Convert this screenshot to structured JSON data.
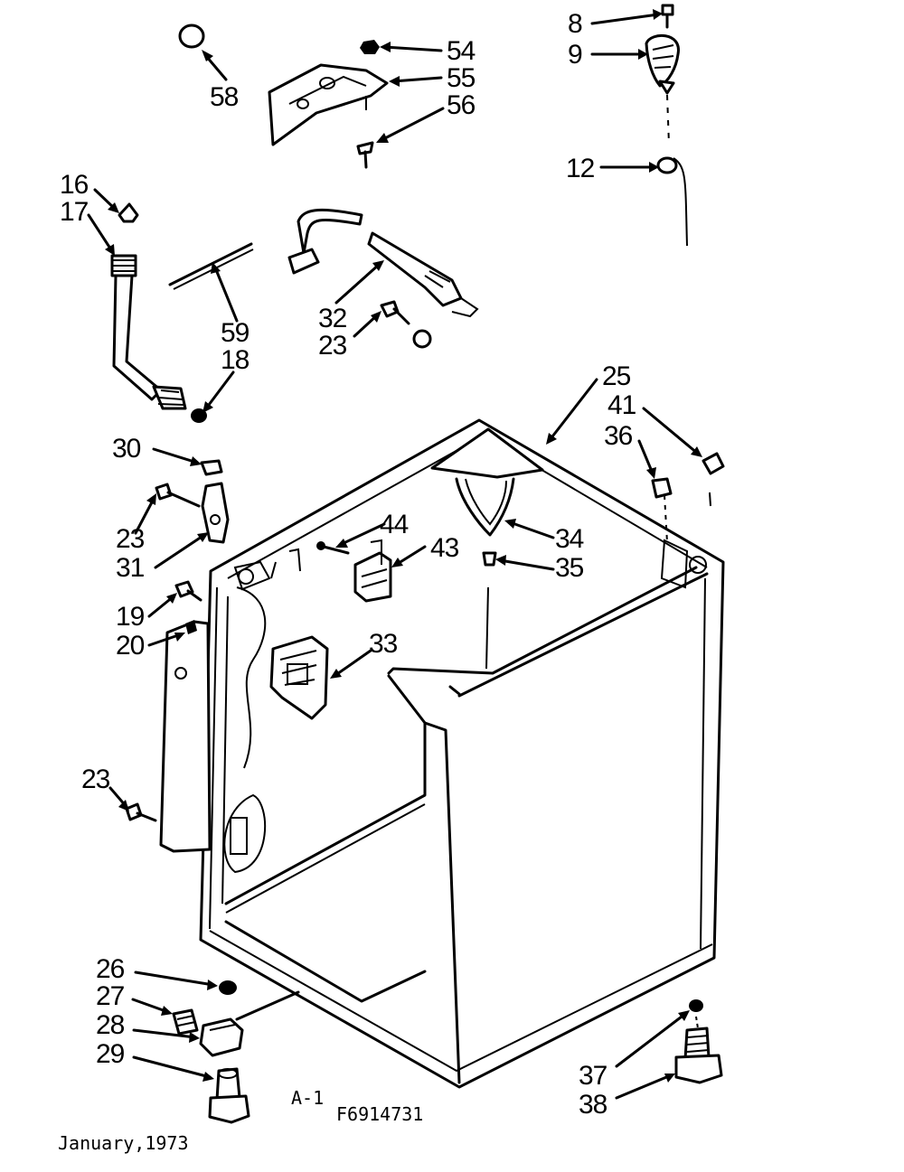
{
  "callouts": {
    "c58": "58",
    "c54": "54",
    "c55": "55",
    "c56": "56",
    "c8": "8",
    "c9": "9",
    "c12": "12",
    "c16": "16",
    "c17": "17",
    "c59": "59",
    "c18": "18",
    "c32": "32",
    "c23a": "23",
    "c25": "25",
    "c41": "41",
    "c36": "36",
    "c30": "30",
    "c23b": "23",
    "c31": "31",
    "c44": "44",
    "c43": "43",
    "c34": "34",
    "c35": "35",
    "c19": "19",
    "c20": "20",
    "c33": "33",
    "c23c": "23",
    "c26": "26",
    "c27": "27",
    "c28": "28",
    "c29": "29",
    "c37": "37",
    "c38": "38"
  },
  "figure_id": "A-1",
  "part_code": "F6914731",
  "date": "January,1973"
}
